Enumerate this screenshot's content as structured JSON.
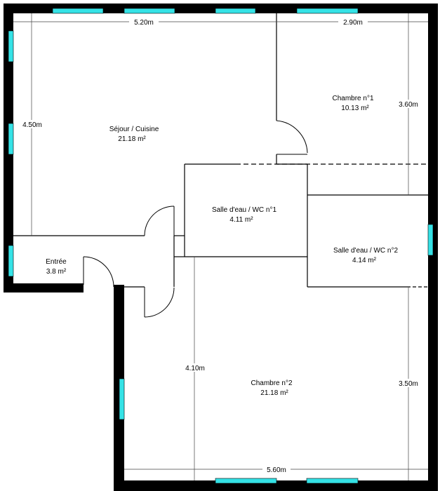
{
  "rooms": [
    {
      "key": "sejour",
      "name": "Séjour / Cuisine",
      "area": "21.18  m²"
    },
    {
      "key": "chambre1",
      "name": "Chambre n°1",
      "area": "10.13  m²"
    },
    {
      "key": "sdb1",
      "name": "Salle d'eau / WC n°1",
      "area": "4.11  m²"
    },
    {
      "key": "sdb2",
      "name": "Salle d'eau / WC n°2",
      "area": "4.14  m²"
    },
    {
      "key": "entree",
      "name": "Entrée",
      "area": "3.8  m²"
    },
    {
      "key": "chambre2",
      "name": "Chambre n°2",
      "area": "21.18  m²"
    }
  ],
  "dimensions": {
    "sejour_width": "5.20m",
    "chambre1_width": "2.90m",
    "sejour_height": "4.50m",
    "chambre1_height": "3.60m",
    "chambre2_height": "4.10m",
    "sdb2_right_height": "3.50m",
    "chambre2_width": "5.60m"
  },
  "colors": {
    "wall": "#000000",
    "window": "#35e2e6",
    "thin_line": "#000000"
  }
}
